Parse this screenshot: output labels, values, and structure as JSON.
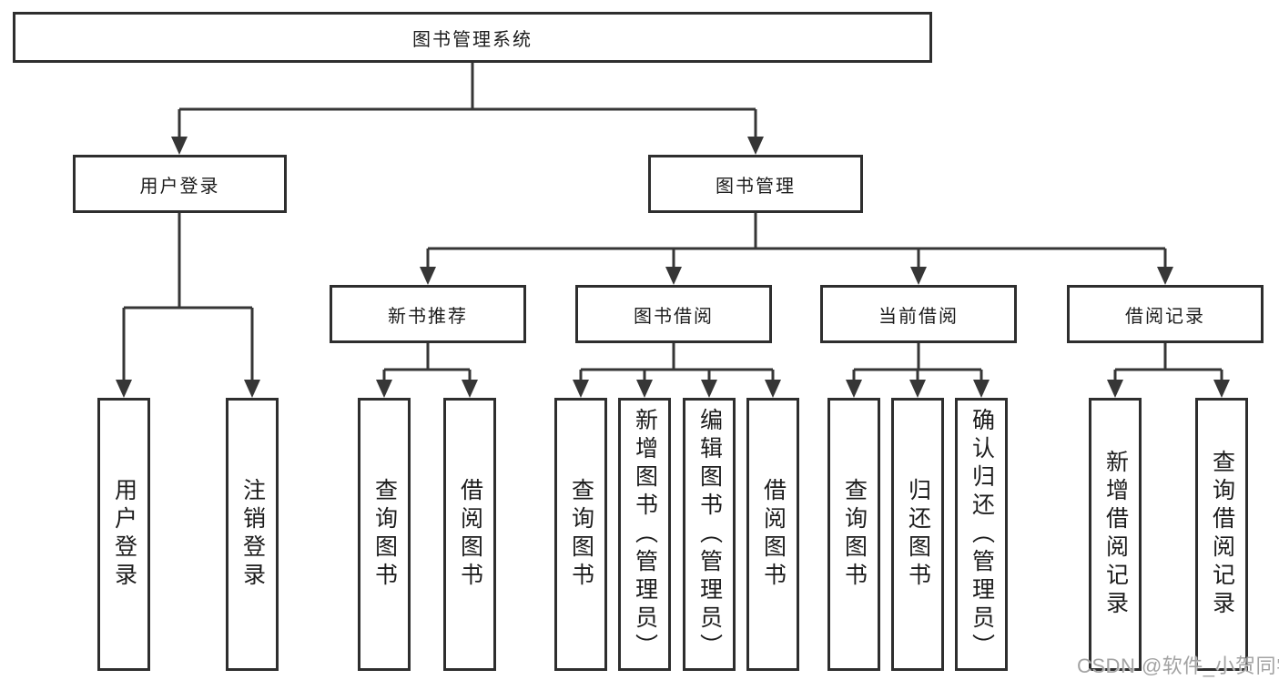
{
  "diagram_type": "feature-tree",
  "colors": {
    "background": "#ffffff",
    "box_border": "#2e2e2e",
    "connector_line": "#363636",
    "text": "#1c1c1c",
    "watermark_text": "#a3a3a3"
  },
  "tree": {
    "label": "图书管理系统",
    "children": [
      {
        "label": "用户登录",
        "children": [
          {
            "label": "用户登录"
          },
          {
            "label": "注销登录"
          }
        ]
      },
      {
        "label": "图书管理",
        "children": [
          {
            "label": "新书推荐",
            "children": [
              {
                "label": "查询图书"
              },
              {
                "label": "借阅图书"
              }
            ]
          },
          {
            "label": "图书借阅",
            "children": [
              {
                "label": "查询图书"
              },
              {
                "label": "新增图书（管理员）"
              },
              {
                "label": "编辑图书（管理员）"
              },
              {
                "label": "借阅图书"
              }
            ]
          },
          {
            "label": "当前借阅",
            "children": [
              {
                "label": "查询图书"
              },
              {
                "label": "归还图书"
              },
              {
                "label": "确认归还（管理员）"
              }
            ]
          },
          {
            "label": "借阅记录",
            "children": [
              {
                "label": "新增借阅记录"
              },
              {
                "label": "查询借阅记录"
              }
            ]
          }
        ]
      }
    ]
  },
  "watermark": {
    "text": "CSDN @软件_小贺同学"
  }
}
